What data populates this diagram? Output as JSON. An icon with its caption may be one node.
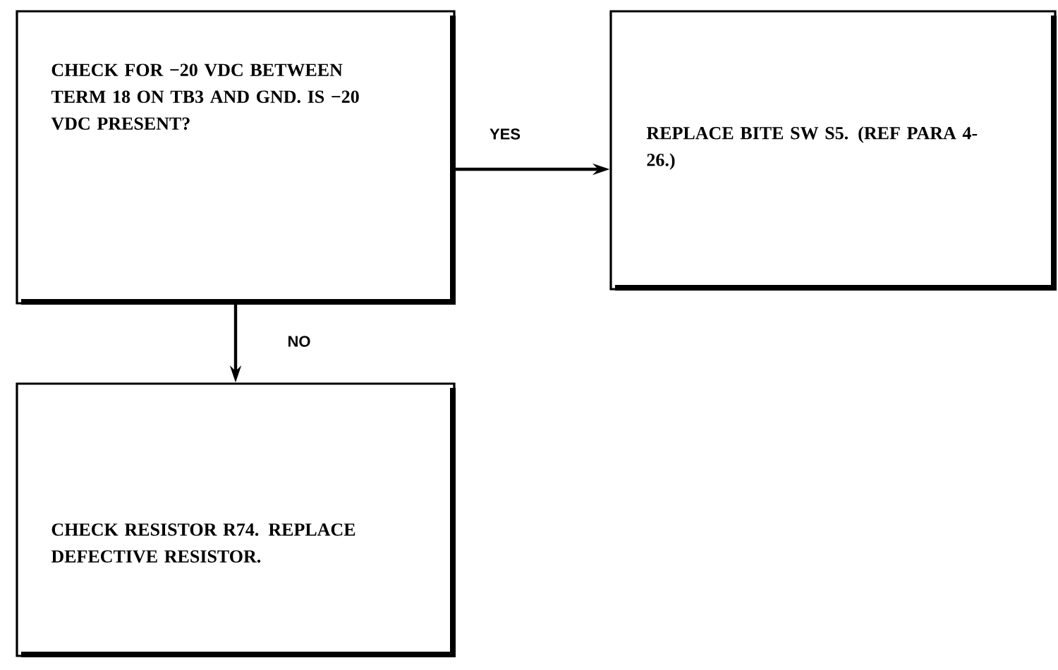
{
  "diagram": {
    "nodes": [
      {
        "text": [
          "CHECK FOR −20 VDC BETWEEN TERM 18 ON TB3 AND GND. IS −20 VDC PRESENT?"
        ]
      },
      {
        "text": [
          "REPLACE BITE SW S5. (REF PARA 4-26.)"
        ]
      },
      {
        "text": [
          "CHECK RESISTOR R74. REPLACE DEFECTIVE RESISTOR."
        ]
      }
    ],
    "edges": [
      {
        "from": 0,
        "to": 1,
        "arrow": "to",
        "label": "YES"
      },
      {
        "from": 0,
        "to": 2,
        "arrow": "to",
        "label": "NO"
      }
    ]
  }
}
